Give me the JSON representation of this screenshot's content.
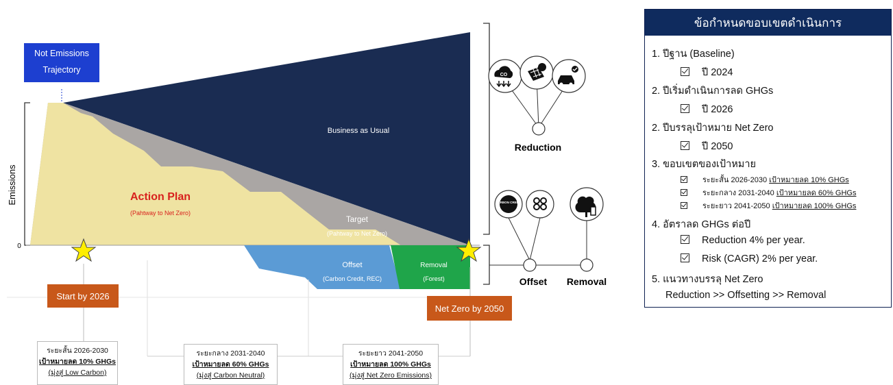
{
  "chart": {
    "y_axis_label": "Emissions",
    "y_zero_label": "0",
    "trajectory_label": {
      "line1": "Not Emissions",
      "line2": "Trajectory"
    },
    "business_as_usual": "Business as Usual",
    "action_plan": {
      "title": "Action Plan",
      "subtitle": "(Pahtway to Net Zero)"
    },
    "target": {
      "title": "Target",
      "subtitle": "(Pahtway to Net Zero)"
    },
    "offset": {
      "title": "Offset",
      "subtitle": "(Carbon Credit, REC)"
    },
    "removal": {
      "title": "Removal",
      "subtitle": "(Forest)"
    },
    "start_label": "Start by 2026",
    "net_zero_label": "Net Zero by 2050"
  },
  "icons": {
    "reduction": [
      "co2-reduction-icon",
      "solar-panel-icon",
      "electric-car-icon"
    ],
    "offset": [
      "carbon-credit-icon",
      "rec-icon"
    ],
    "removal": [
      "forest-icon"
    ],
    "carbon_credit_text": "CARBON CREDIT"
  },
  "categories": {
    "reduction": "Reduction",
    "offset": "Offset",
    "removal": "Removal"
  },
  "phases": [
    {
      "period": "ระยะสั้น 2026-2030",
      "goal": "เป้าหมายลด 10% GHGs",
      "note": "(มุ่งสู่ Low Carbon)"
    },
    {
      "period": "ระยะกลาง 2031-2040",
      "goal": "เป้าหมายลด 60% GHGs",
      "note": "(มุ่งสู่ Carbon Neutral)"
    },
    {
      "period": "ระยะยาว 2041-2050",
      "goal": "เป้าหมายลด 100% GHGs",
      "note": "(มุ่งสู่ Net Zero Emissions)"
    }
  ],
  "panel": {
    "title": "ข้อกำหนดขอบเขตดำเนินการ",
    "baseline_heading": "1. ปีฐาน (Baseline)",
    "baseline_year": "ปี 2024",
    "start_heading": "2. ปีเริ่มดำเนินการลด GHGs",
    "start_year": "ปี 2026",
    "netzero_heading": "2. ปีบรรลุเป้าหมาย Net Zero",
    "netzero_year": "ปี 2050",
    "scope_heading": "3. ขอบเขตของเป้าหมาย",
    "scope_items": [
      {
        "period": "ระยะสั้น 2026-2030",
        "goal": "เป้าหมายลด 10% GHGs"
      },
      {
        "period": "ระยะกลาง 2031-2040",
        "goal": "เป้าหมายลด 60% GHGs"
      },
      {
        "period": "ระยะยาว 2041-2050",
        "goal": "เป้าหมายลด 100% GHGs"
      }
    ],
    "rate_heading": "4. อัตราลด GHGs ต่อปี",
    "rate_items": [
      "Reduction 4% per year.",
      "Risk (CAGR) 2% per year."
    ],
    "approach_heading": "5. แนวทางบรรลุ Net Zero",
    "approach_text": "Reduction >> Offsetting >> Removal"
  }
}
